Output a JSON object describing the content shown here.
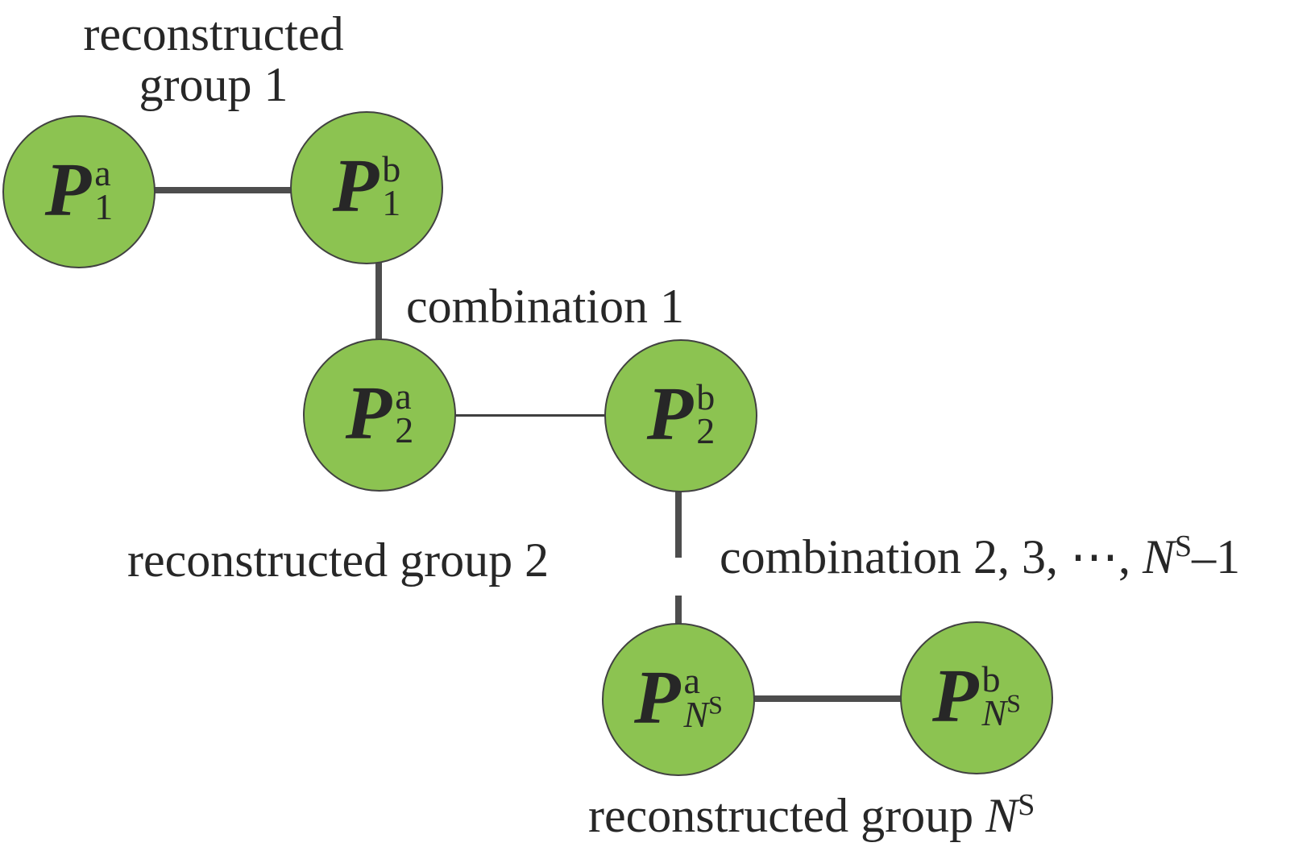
{
  "diagram": {
    "colors": {
      "background": "#ffffff",
      "node_fill": "#8cc351",
      "node_border": "#414141",
      "edge_color": "#4d4d4d",
      "thin_edge_color": "#3f3f3f",
      "text_color": "#272727"
    },
    "nodes": [
      {
        "id": "p1a",
        "base": "P",
        "sup": "a",
        "sub_num": "1",
        "sub_var": "",
        "sub_var_sup": ""
      },
      {
        "id": "p1b",
        "base": "P",
        "sup": "b",
        "sub_num": "1",
        "sub_var": "",
        "sub_var_sup": ""
      },
      {
        "id": "p2a",
        "base": "P",
        "sup": "a",
        "sub_num": "2",
        "sub_var": "",
        "sub_var_sup": ""
      },
      {
        "id": "p2b",
        "base": "P",
        "sup": "b",
        "sub_num": "2",
        "sub_var": "",
        "sub_var_sup": ""
      },
      {
        "id": "pnsa",
        "base": "P",
        "sup": "a",
        "sub_num": "",
        "sub_var": "N",
        "sub_var_sup": "S"
      },
      {
        "id": "pnsb",
        "base": "P",
        "sup": "b",
        "sub_num": "",
        "sub_var": "N",
        "sub_var_sup": "S"
      }
    ],
    "edges": [
      {
        "from": "p1a",
        "to": "p1b",
        "style": "thick",
        "orientation": "horizontal"
      },
      {
        "from": "p1b",
        "to": "p2a",
        "style": "thick",
        "orientation": "vertical"
      },
      {
        "from": "p2a",
        "to": "p2b",
        "style": "thin",
        "orientation": "horizontal"
      },
      {
        "from": "p2b",
        "to": "pnsa",
        "style": "thick",
        "orientation": "vertical",
        "note": "drawn as two segments with a gap"
      },
      {
        "from": "pnsa",
        "to": "pnsb",
        "style": "thick",
        "orientation": "horizontal"
      }
    ],
    "labels": {
      "group1_line1": "reconstructed",
      "group1_line2": "group 1",
      "combination1": "combination 1",
      "group2": "reconstructed group 2",
      "combination2_prefix": "combination 2, 3, ⋯, ",
      "combination2_var": "N",
      "combination2_var_sup": "S",
      "combination2_suffix": "–1",
      "groupN_prefix": "reconstructed group ",
      "groupN_var": "N",
      "groupN_var_sup": "S"
    }
  }
}
